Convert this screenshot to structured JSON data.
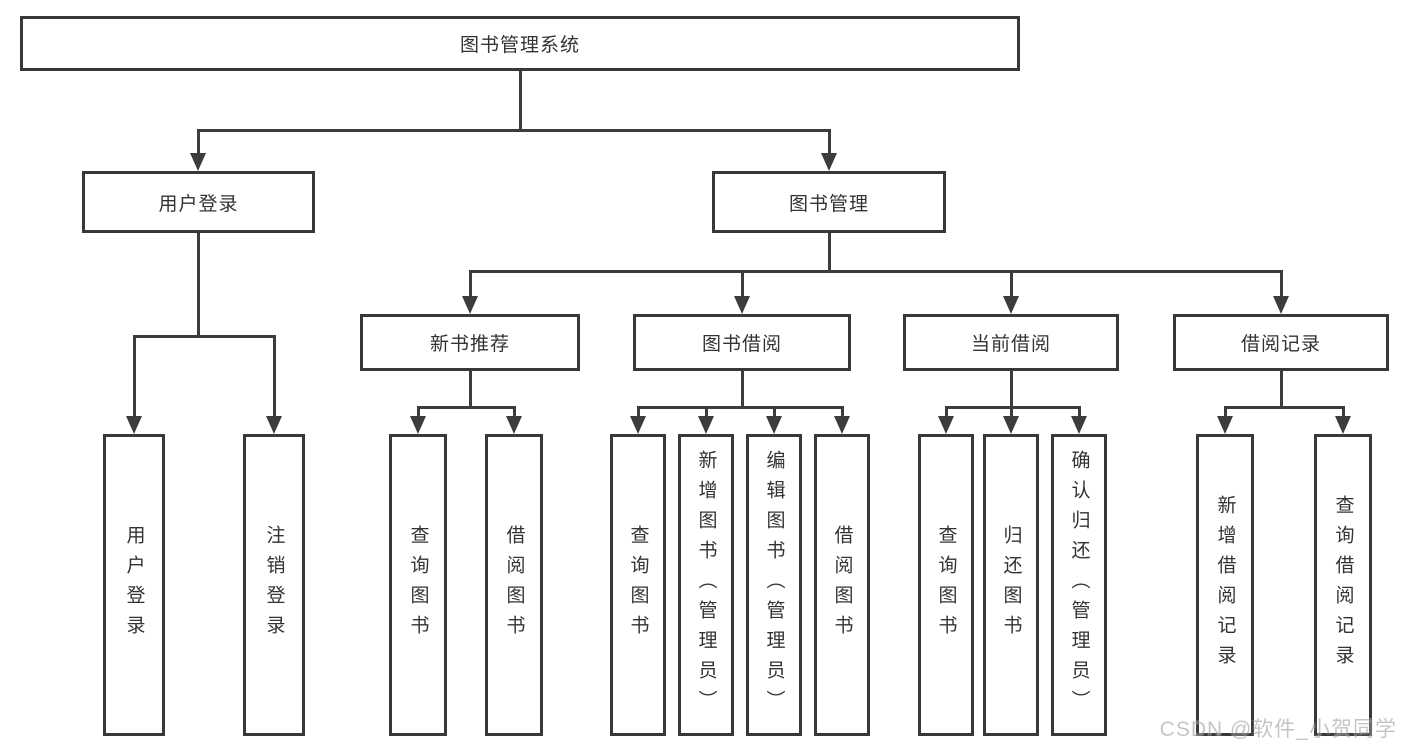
{
  "diagram_type": "hierarchy-tree",
  "colors": {
    "line": "#3c3c3c",
    "box_border": "#383838",
    "box_fill": "#ffffff",
    "text": "#333333",
    "watermark_text": "#c4c4c4"
  },
  "watermark": {
    "text": "CSDN @软件_小贺同学"
  },
  "tree": {
    "label": "图书管理系统",
    "children": [
      {
        "label": "用户登录",
        "children": [
          {
            "label": "用户登录"
          },
          {
            "label": "注销登录"
          }
        ]
      },
      {
        "label": "图书管理",
        "children": [
          {
            "label": "新书推荐",
            "children": [
              {
                "label": "查询图书"
              },
              {
                "label": "借阅图书"
              }
            ]
          },
          {
            "label": "图书借阅",
            "children": [
              {
                "label": "查询图书"
              },
              {
                "label": "新增图书（管理员）"
              },
              {
                "label": "编辑图书（管理员）"
              },
              {
                "label": "借阅图书"
              }
            ]
          },
          {
            "label": "当前借阅",
            "children": [
              {
                "label": "查询图书"
              },
              {
                "label": "归还图书"
              },
              {
                "label": "确认归还（管理员）"
              }
            ]
          },
          {
            "label": "借阅记录",
            "children": [
              {
                "label": "新增借阅记录"
              },
              {
                "label": "查询借阅记录"
              }
            ]
          }
        ]
      }
    ]
  }
}
